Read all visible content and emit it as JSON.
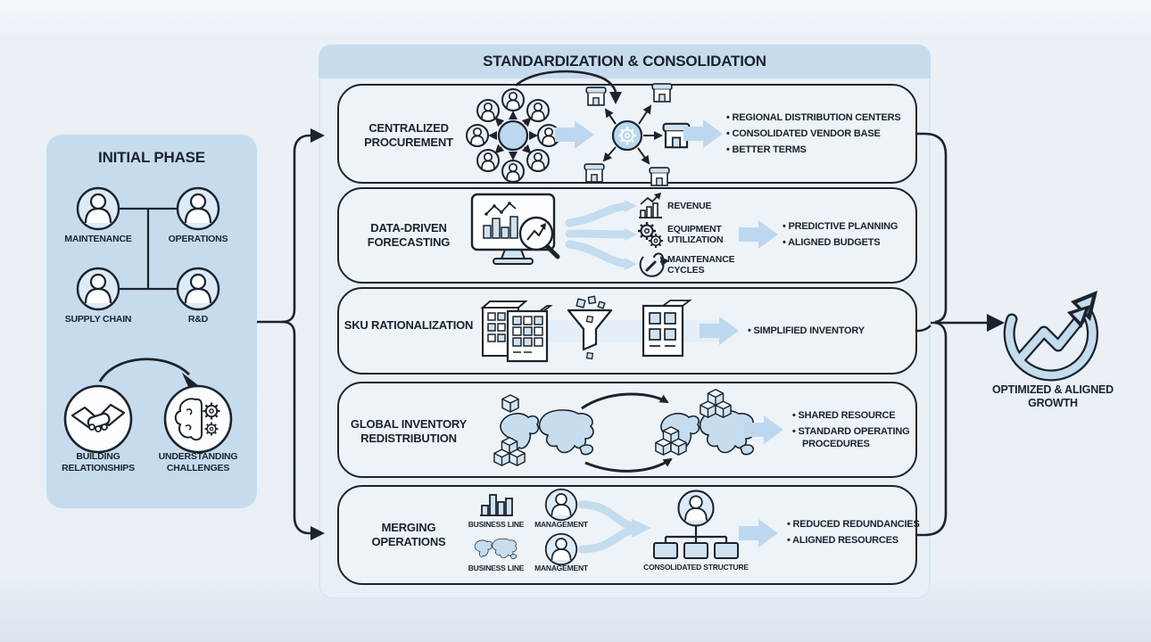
{
  "colors": {
    "background": "#e9eff5",
    "panel_blue": "#c6dcee",
    "capsule_fill": "#eef3f8",
    "ink": "#1c232c",
    "accent_arrow": "#bdd8ee",
    "icon_fill": "#cfe2f2"
  },
  "initial_phase": {
    "title": "INITIAL PHASE",
    "roles": [
      {
        "label": "MAINTENANCE",
        "icon": "person-icon"
      },
      {
        "label": "OPERATIONS",
        "icon": "person-icon"
      },
      {
        "label": "SUPPLY CHAIN",
        "icon": "person-icon"
      },
      {
        "label": "R&D",
        "icon": "person-icon"
      }
    ],
    "activities": [
      {
        "label": "BUILDING RELATIONSHIPS",
        "icon": "handshake-icon"
      },
      {
        "label": "UNDERSTANDING CHALLENGES",
        "icon": "brain-gears-icon"
      }
    ]
  },
  "consolidation": {
    "title": "STANDARDIZATION & CONSOLIDATION",
    "rows": [
      {
        "label": "CENTRALIZED PROCUREMENT",
        "icons": [
          "team-hub-icon",
          "vendor-network-icon"
        ],
        "outcomes": [
          "REGIONAL DISTRIBUTION CENTERS",
          "CONSOLIDATED VENDOR BASE",
          "BETTER TERMS"
        ]
      },
      {
        "label": "DATA-DRIVEN FORECASTING",
        "icons": [
          "analytics-monitor-icon"
        ],
        "streams": [
          {
            "label": "REVENUE",
            "icon": "growth-chart-icon"
          },
          {
            "label": "EQUIPMENT UTILIZATION",
            "icon": "gears-icon"
          },
          {
            "label": "MAINTENANCE CYCLES",
            "icon": "wrench-cycle-icon"
          }
        ],
        "outcomes": [
          "PREDICTIVE PLANNING",
          "ALIGNED BUDGETS"
        ]
      },
      {
        "label": "SKU RATIONALIZATION",
        "icons": [
          "sku-catalog-icon",
          "funnel-icon",
          "simplified-catalog-icon"
        ],
        "outcomes": [
          "SIMPLIFIED INVENTORY"
        ]
      },
      {
        "label": "GLOBAL INVENTORY REDISTRIBUTION",
        "icons": [
          "world-map-icon",
          "transfer-arrows-icon",
          "world-map-icon",
          "inventory-cubes-icon"
        ],
        "outcomes": [
          "SHARED RESOURCE",
          "STANDARD OPERATING PROCEDURES"
        ]
      },
      {
        "label": "MERGING OPERATIONS",
        "inputs": [
          {
            "label": "BUSINESS LINE",
            "icon": "bar-chart-icon"
          },
          {
            "label": "MANAGEMENT",
            "icon": "person-icon"
          },
          {
            "label": "BUSINESS LINE",
            "icon": "world-map-icon"
          },
          {
            "label": "MANAGEMENT",
            "icon": "person-icon"
          }
        ],
        "structure": {
          "label": "CONSOLIDATED STRUCTURE",
          "icon": "org-chart-icon"
        },
        "outcomes": [
          "REDUCED REDUNDANCIES",
          "ALIGNED RESOURCES"
        ]
      }
    ]
  },
  "result": {
    "label": "OPTIMIZED & ALIGNED GROWTH",
    "icon": "growth-cycle-icon"
  }
}
